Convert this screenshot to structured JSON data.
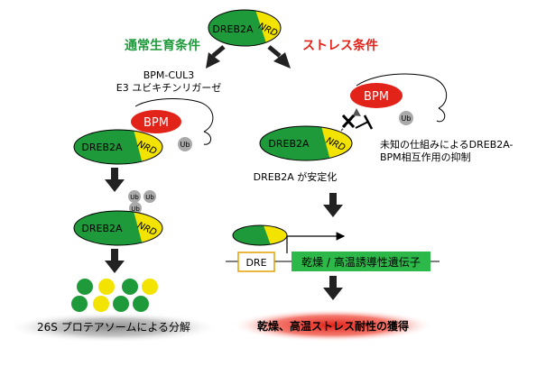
{
  "top_protein": {
    "domain": "DREB2A",
    "nrd": "NRD"
  },
  "conditions": {
    "normal": {
      "title": "通常生育条件",
      "color": "#1e9a3a"
    },
    "stress": {
      "title": "ストレス条件",
      "color": "#e2231a"
    }
  },
  "normal": {
    "ligase_line1": "BPM-CUL3",
    "ligase_line2": "E3 ユビキチンリガーゼ",
    "bpm": "BPM",
    "ub": "Ub",
    "protein": {
      "domain": "DREB2A",
      "nrd": "NRD"
    },
    "result": "26S プロテアソームによる分解"
  },
  "stress": {
    "bpm": "BPM",
    "ub": "Ub",
    "inhibition_line1": "未知の仕組みによるDREB2A-",
    "inhibition_line2": "BPM相互作用の抑制",
    "protein": {
      "domain": "DREB2A",
      "nrd": "NRD"
    },
    "stabilized": "DREB2A が安定化",
    "dre": "DRE",
    "genes": "乾燥 / 高温誘導性遺伝子",
    "result": "乾燥、高温ストレス耐性の獲得"
  },
  "colors": {
    "green": "#1e9a3a",
    "yellow": "#f2e400",
    "bpm_red": "#e2231a",
    "ub_gray": "#a9a9a9",
    "dre_border": "#e0a000"
  }
}
